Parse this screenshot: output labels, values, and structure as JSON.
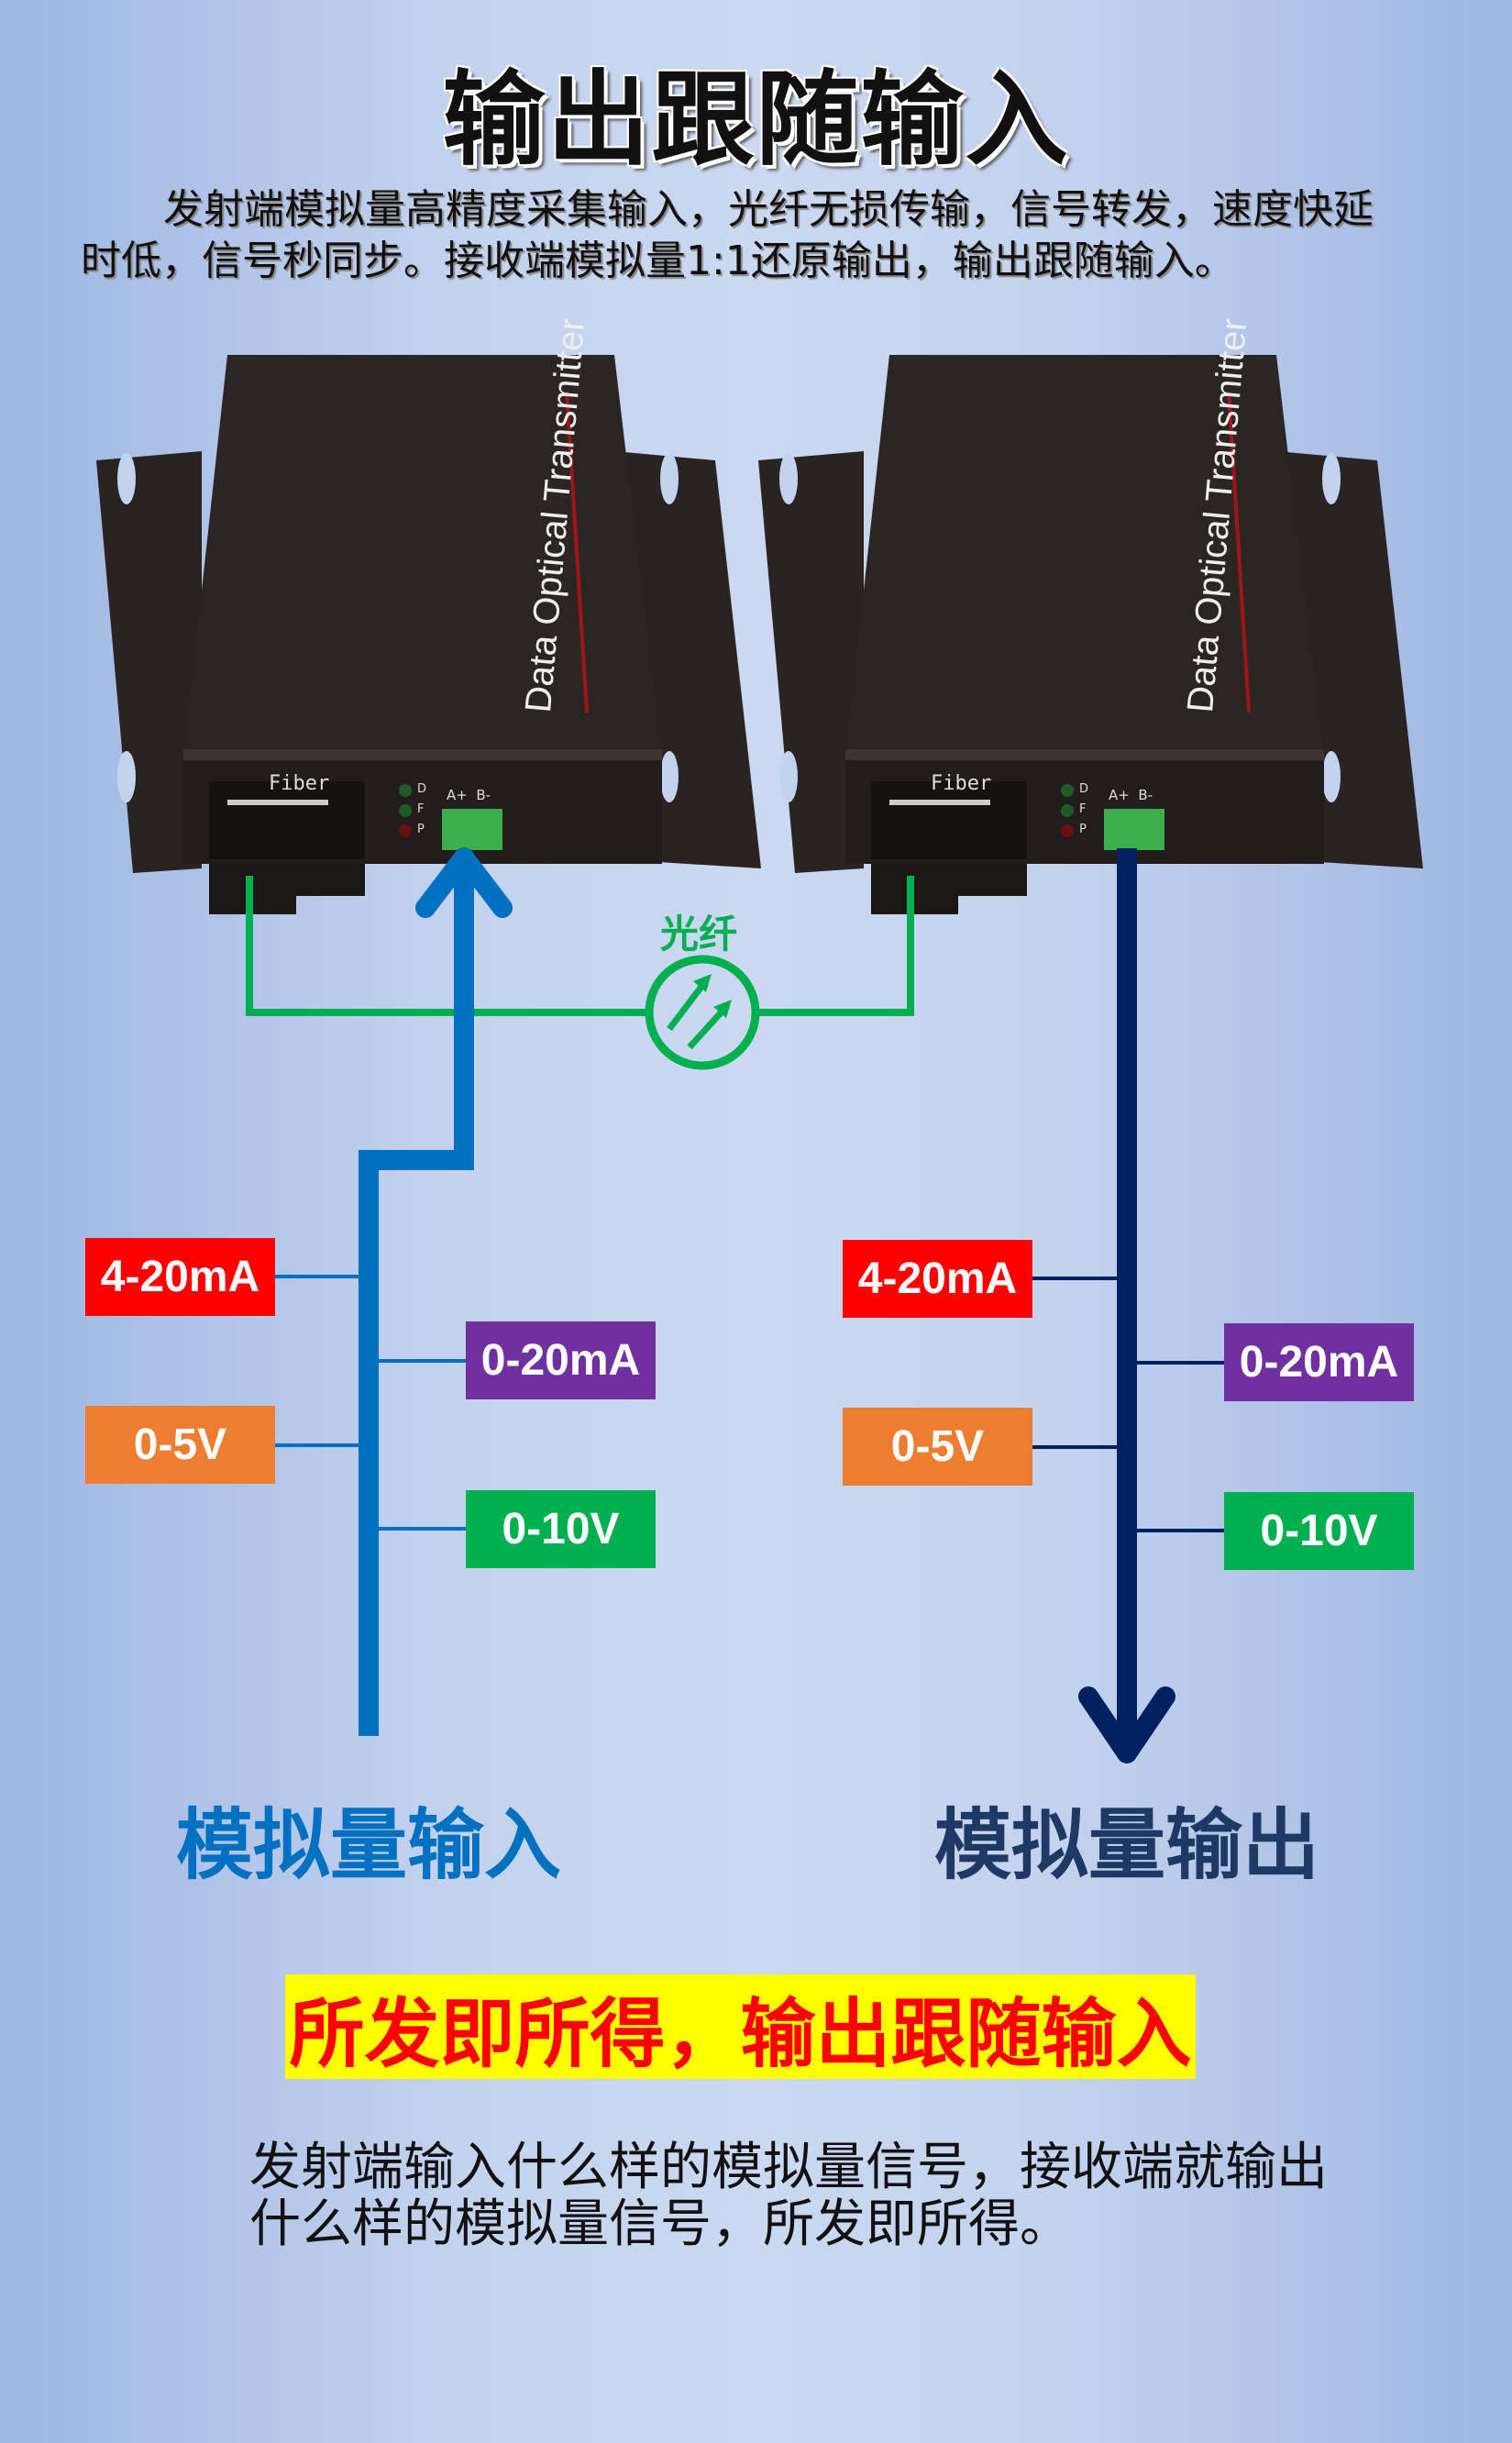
{
  "title": "输出跟随输入",
  "intro": {
    "line1": "发射端模拟量高精度采集输入，光纤无损传输，信号转发，速度快延",
    "line2": "时低，信号秒同步。接收端模拟量1:1还原输出，输出跟随输入。"
  },
  "device": {
    "brand_text": "Data Optical Transmitter",
    "fiber_label": "Fiber",
    "leds": [
      "D",
      "F",
      "P"
    ],
    "terminal": "A+  B-"
  },
  "fiber_label": "光纤",
  "signals": {
    "s1": "4-20mA",
    "s2": "0-20mA",
    "s3": "0-5V",
    "s4": "0-10V"
  },
  "colors": {
    "s1": "#ff0000",
    "s2": "#7030a0",
    "s3": "#ed7d31",
    "s4": "#00b050",
    "input": "#0070c0",
    "output": "#002060",
    "fiber": "#00b050"
  },
  "input_label": "模拟量输入",
  "output_label": "模拟量输出",
  "banner": "所发即所得，输出跟随输入",
  "summary": {
    "line1": "发射端输入什么样的模拟量信号，接收端就输出",
    "line2": "什么样的模拟量信号，所发即所得。"
  }
}
